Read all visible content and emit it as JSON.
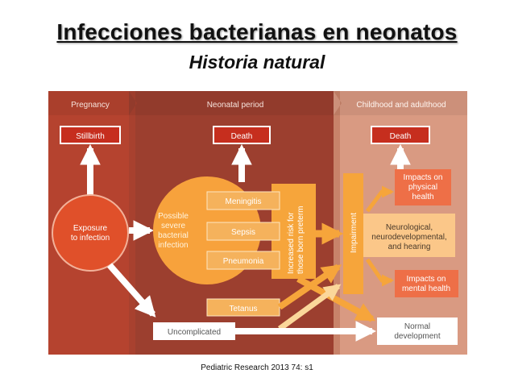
{
  "title": "Infecciones  bacterianas en neonatos",
  "subtitle": "Historia natural",
  "citation": "Pediatric Research 2013 74: s1",
  "diagram": {
    "periods": {
      "pregnancy": "Pregnancy",
      "neonatal": "Neonatal period",
      "childhood": "Childhood and adulthood"
    },
    "outcomes": {
      "stillbirth": "Stillbirth",
      "death_neonatal": "Death",
      "death_childhood": "Death"
    },
    "exposure": [
      "Exposure",
      "to infection"
    ],
    "possible_infection": [
      "Possible",
      "severe",
      "bacterial",
      "infection"
    ],
    "infections": [
      "Meningitis",
      "Sepsis",
      "Pneumonia"
    ],
    "tetanus": "Tetanus",
    "uncomplicated": "Uncomplicated",
    "increased_risk": [
      "Increased risk for",
      "those born preterm"
    ],
    "impairment": "Impairment",
    "neuro": [
      "Neurological,",
      "neurodevelopmental,",
      "and hearing"
    ],
    "impacts_physical": [
      "Impacts on",
      "physical",
      "health"
    ],
    "impacts_mental": [
      "Impacts on",
      "mental health"
    ],
    "normal_development": [
      "Normal",
      "development"
    ]
  },
  "colors": {
    "pregnancy_bg": "#b5432f",
    "neonatal_bg": "#9c3f2f",
    "childhood_bg": "#d99a82",
    "exposure_circle": "#e0502a",
    "orange_circle": "#f7a23c",
    "orange_box": "#f5b25c",
    "red_outline": "#d6321f",
    "impact_box": "#ee6f47",
    "arrow_white": "#ffffff"
  }
}
